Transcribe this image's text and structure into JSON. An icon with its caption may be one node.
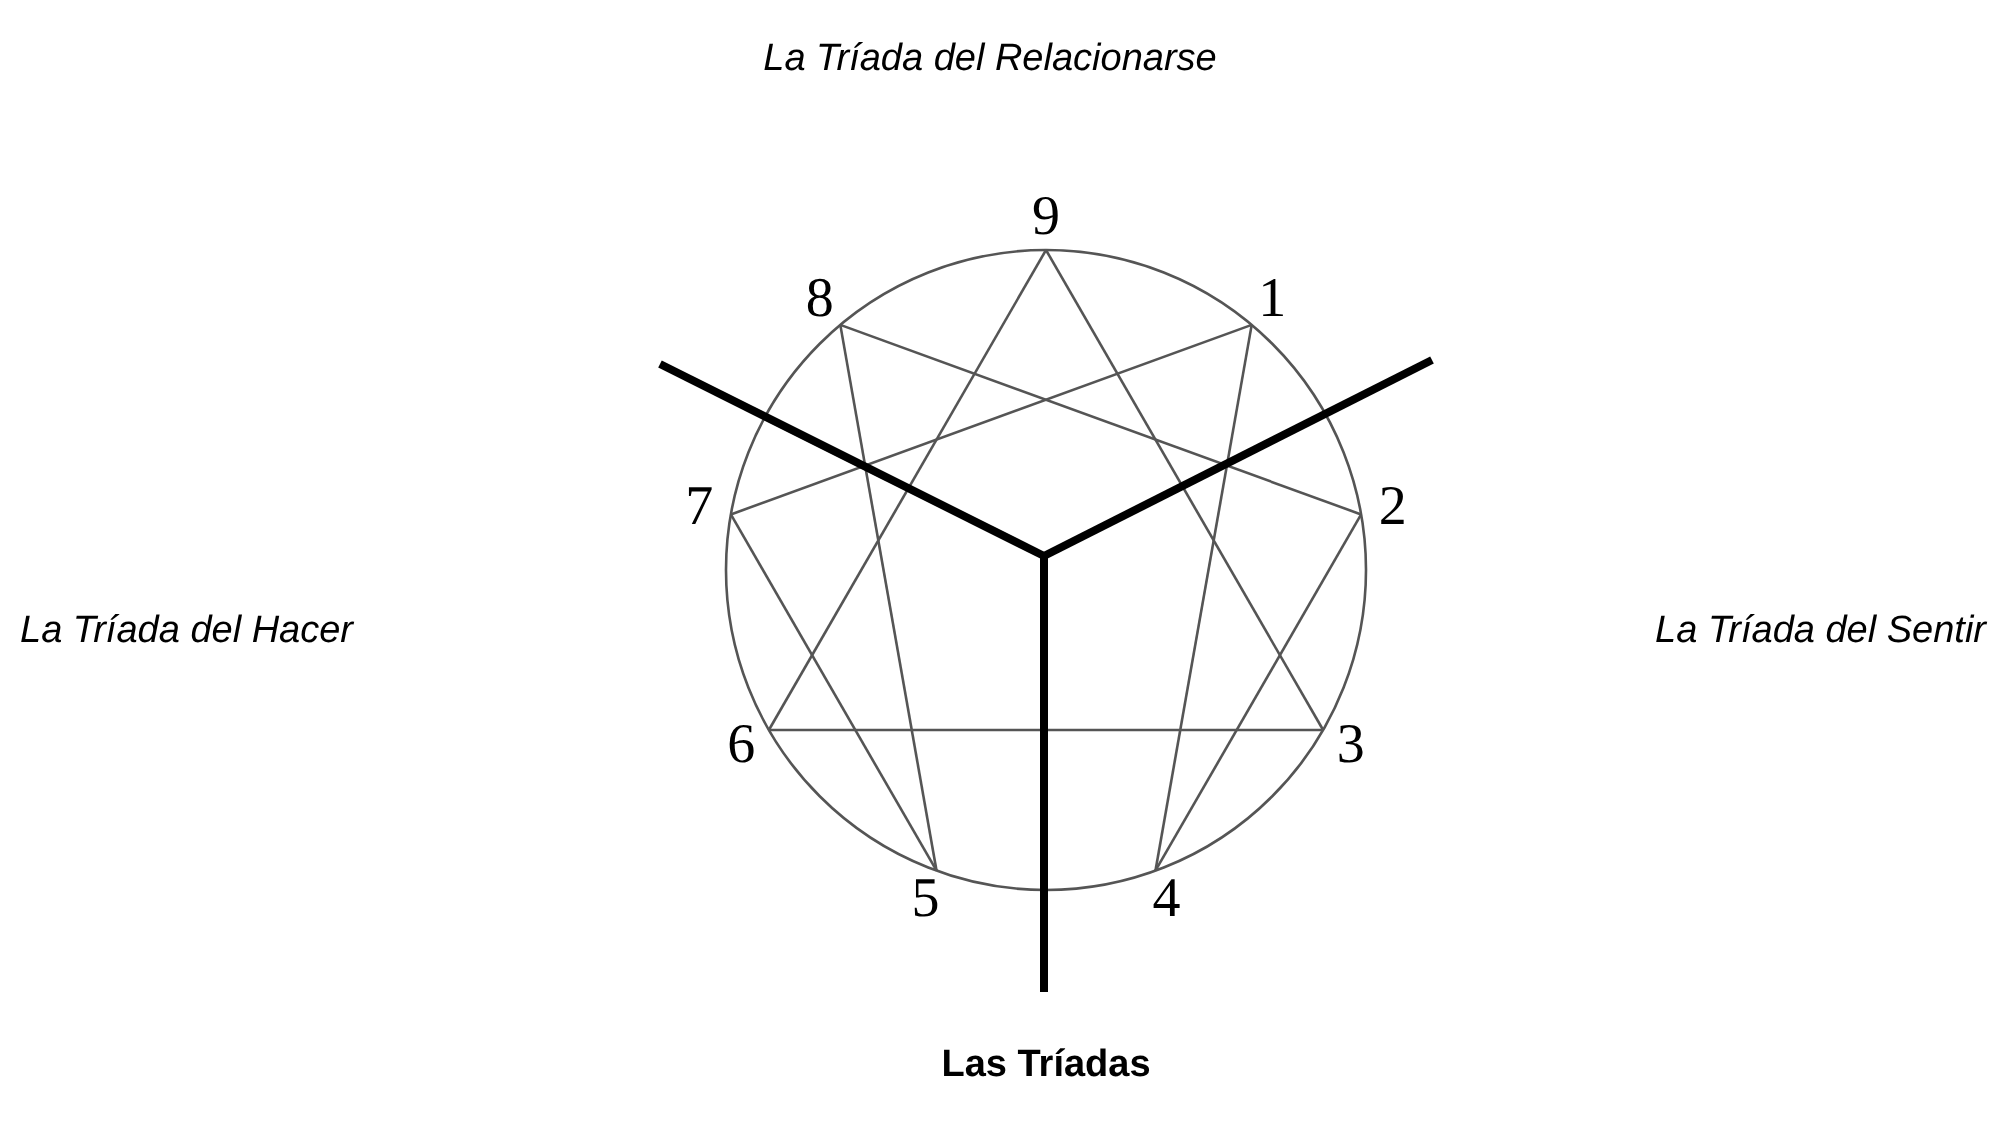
{
  "diagram": {
    "caption": "Las Tríadas",
    "nodes": [
      {
        "text": [
          "9"
        ]
      },
      {
        "text": [
          "8"
        ]
      },
      {
        "text": [
          "1"
        ]
      },
      {
        "text": [
          "7"
        ]
      },
      {
        "text": [
          "2"
        ]
      },
      {
        "text": [
          "6"
        ]
      },
      {
        "text": [
          "3"
        ]
      },
      {
        "text": [
          "5"
        ]
      },
      {
        "text": [
          "4"
        ]
      }
    ],
    "edges": [
      {
        "from": 0,
        "to": 6,
        "arrow": "none"
      },
      {
        "from": 6,
        "to": 5,
        "arrow": "none"
      },
      {
        "from": 5,
        "to": 0,
        "arrow": "none"
      },
      {
        "from": 2,
        "to": 8,
        "arrow": "none"
      },
      {
        "from": 8,
        "to": 4,
        "arrow": "none"
      },
      {
        "from": 4,
        "to": 1,
        "arrow": "none"
      },
      {
        "from": 1,
        "to": 7,
        "arrow": "none"
      },
      {
        "from": 7,
        "to": 3,
        "arrow": "none"
      },
      {
        "from": 3,
        "to": 2,
        "arrow": "none"
      }
    ],
    "labels": [
      "La Tríada del Relacionarse",
      "La Tríada del Hacer",
      "La Tríada del Sentir"
    ]
  }
}
